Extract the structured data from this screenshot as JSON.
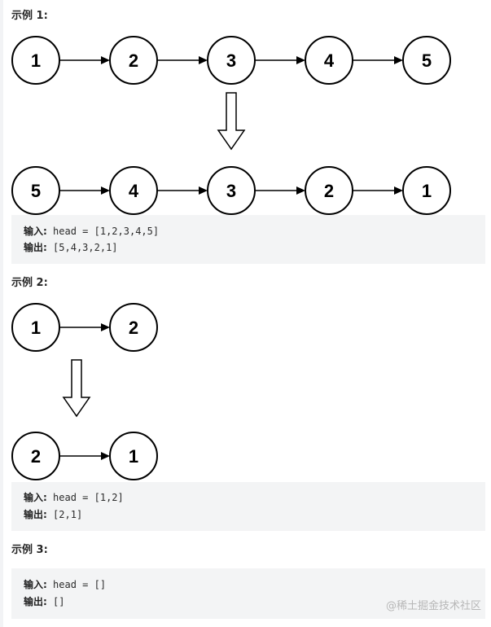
{
  "examples": [
    {
      "title": "示例 1:",
      "before": [
        "1",
        "2",
        "3",
        "4",
        "5"
      ],
      "after": [
        "5",
        "4",
        "3",
        "2",
        "1"
      ],
      "input_label": "输入:",
      "input_value": "head = [1,2,3,4,5]",
      "output_label": "输出:",
      "output_value": "[5,4,3,2,1]"
    },
    {
      "title": "示例 2:",
      "before": [
        "1",
        "2"
      ],
      "after": [
        "2",
        "1"
      ],
      "input_label": "输入:",
      "input_value": "head = [1,2]",
      "output_label": "输出:",
      "output_value": "[2,1]"
    },
    {
      "title": "示例 3:",
      "input_label": "输入:",
      "input_value": "head = []",
      "output_label": "输出:",
      "output_value": "[]"
    }
  ],
  "watermark": "@稀土掘金技术社区"
}
